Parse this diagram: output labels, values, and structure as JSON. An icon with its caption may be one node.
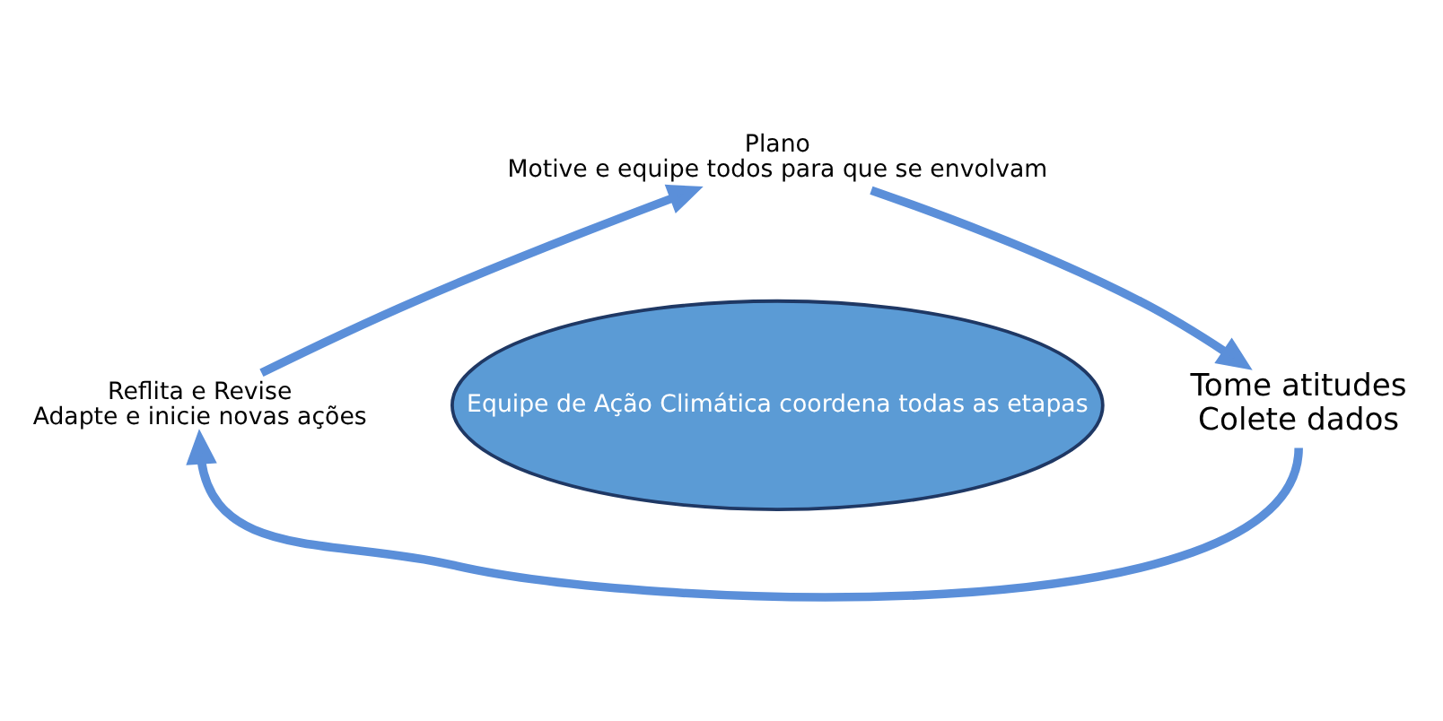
{
  "diagram": {
    "nodes": [
      {
        "text": [
          "Plano",
          "Motive e equipe todos para que se envolvam"
        ]
      },
      {
        "text": [
          "Tome atitudes",
          "Colete dados"
        ]
      },
      {
        "text": [
          "Reflita e Revise",
          "Adapte e inicie novas ações"
        ]
      },
      {
        "text": [
          "Equipe de Ação Climática coordena todas as etapas"
        ]
      }
    ],
    "edges": [
      {
        "from": 0,
        "to": 1,
        "arrow": "to"
      },
      {
        "from": 1,
        "to": 2,
        "arrow": "to"
      },
      {
        "from": 2,
        "to": 0,
        "arrow": "to"
      }
    ]
  }
}
